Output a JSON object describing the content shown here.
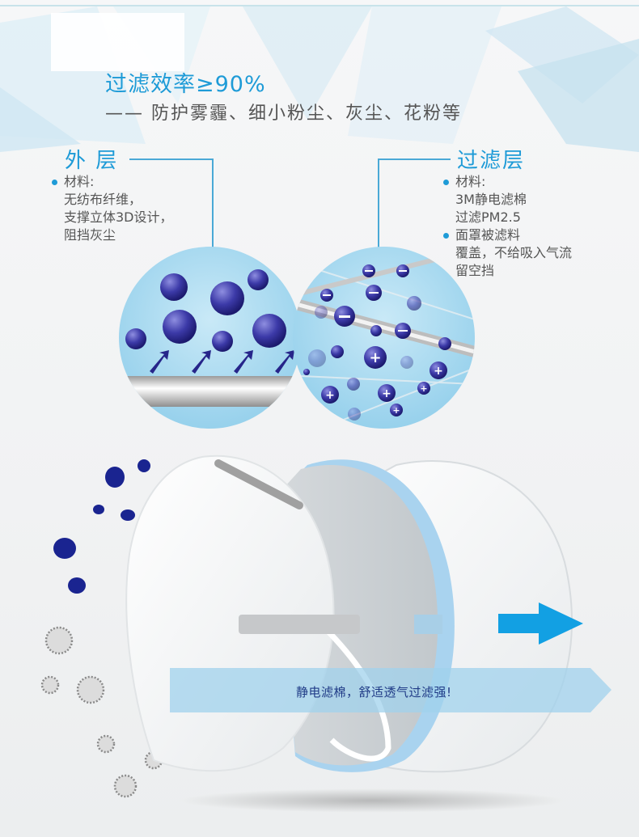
{
  "header": {
    "headline": "过滤效率≥90%",
    "subline": "—— 防护雾霾、细小粉尘、灰尘、花粉等"
  },
  "outer_layer": {
    "title": "外 层",
    "bullets": [
      {
        "label": "材料:",
        "lines": [
          "无纺布纤维，",
          "支撑立体3D设计，",
          "阻挡灰尘"
        ]
      }
    ]
  },
  "filter_layer": {
    "title": "过滤层",
    "bullets": [
      {
        "label": "材料:",
        "lines": [
          "3M静电滤棉",
          "过滤PM2.5"
        ]
      },
      {
        "label": "面罩被滤料",
        "lines": [
          "覆盖，不给吸入气流",
          "留空挡"
        ]
      }
    ]
  },
  "tagline": "静电滤棉，舒适透气过滤强!",
  "colors": {
    "accent": "#1e9bd7",
    "particle": "#2b2a8a",
    "circle_bg": "#a8d9ef",
    "arrow": "#12a0e3",
    "tagline_text": "#1f3a86"
  },
  "icons": {
    "outer_circle": "dust-particles-icon",
    "filter_circle": "electrostatic-fiber-icon",
    "dust": "dust-blob-icon",
    "pollen": "pollen-virus-icon",
    "airflow_arrow": "arrow-right-icon"
  }
}
